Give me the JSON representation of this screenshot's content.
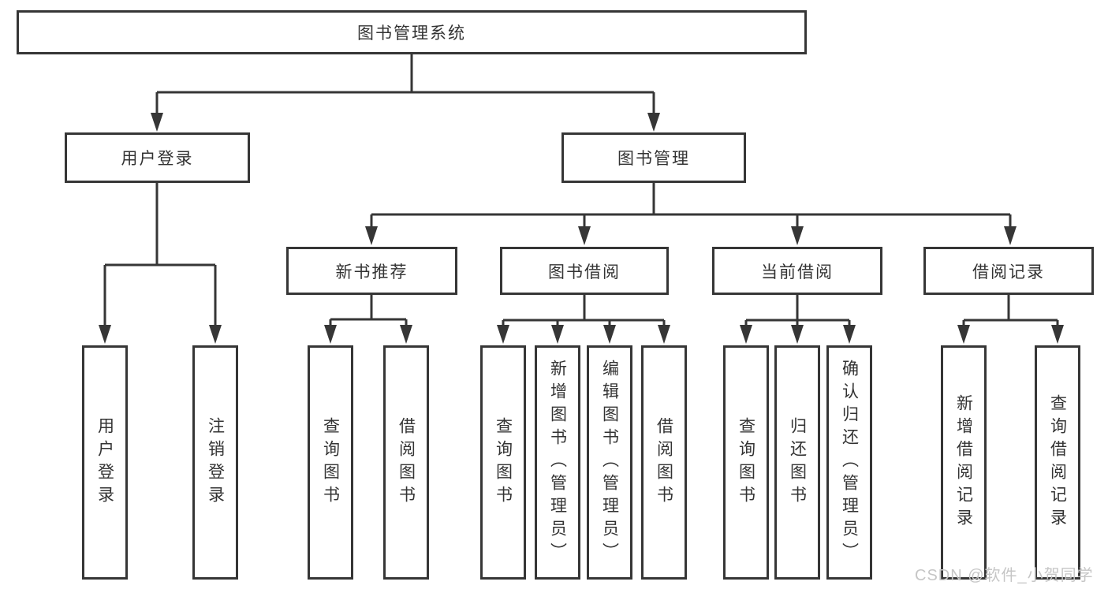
{
  "diagram_type": "hierarchical-function-tree",
  "colors": {
    "background": "#ffffff",
    "box_border": "#363636",
    "connector_line": "#363636",
    "text": "#333333",
    "watermark": "#c6c6c6"
  },
  "tree": {
    "label": "图书管理系统",
    "children": [
      {
        "label": "用户登录",
        "children": [
          {
            "label": "用户登录"
          },
          {
            "label": "注销登录"
          }
        ]
      },
      {
        "label": "图书管理",
        "children": [
          {
            "label": "新书推荐",
            "children": [
              {
                "label": "查询图书"
              },
              {
                "label": "借阅图书"
              }
            ]
          },
          {
            "label": "图书借阅",
            "children": [
              {
                "label": "查询图书"
              },
              {
                "label": "新增图书（管理员）"
              },
              {
                "label": "编辑图书（管理员）"
              },
              {
                "label": "借阅图书"
              }
            ]
          },
          {
            "label": "当前借阅",
            "children": [
              {
                "label": "查询图书"
              },
              {
                "label": "归还图书"
              },
              {
                "label": "确认归还（管理员）"
              }
            ]
          },
          {
            "label": "借阅记录",
            "children": [
              {
                "label": "新增借阅记录"
              },
              {
                "label": "查询借阅记录"
              }
            ]
          }
        ]
      }
    ]
  },
  "watermark": {
    "text": "CSDN @软件_小贺同学"
  }
}
